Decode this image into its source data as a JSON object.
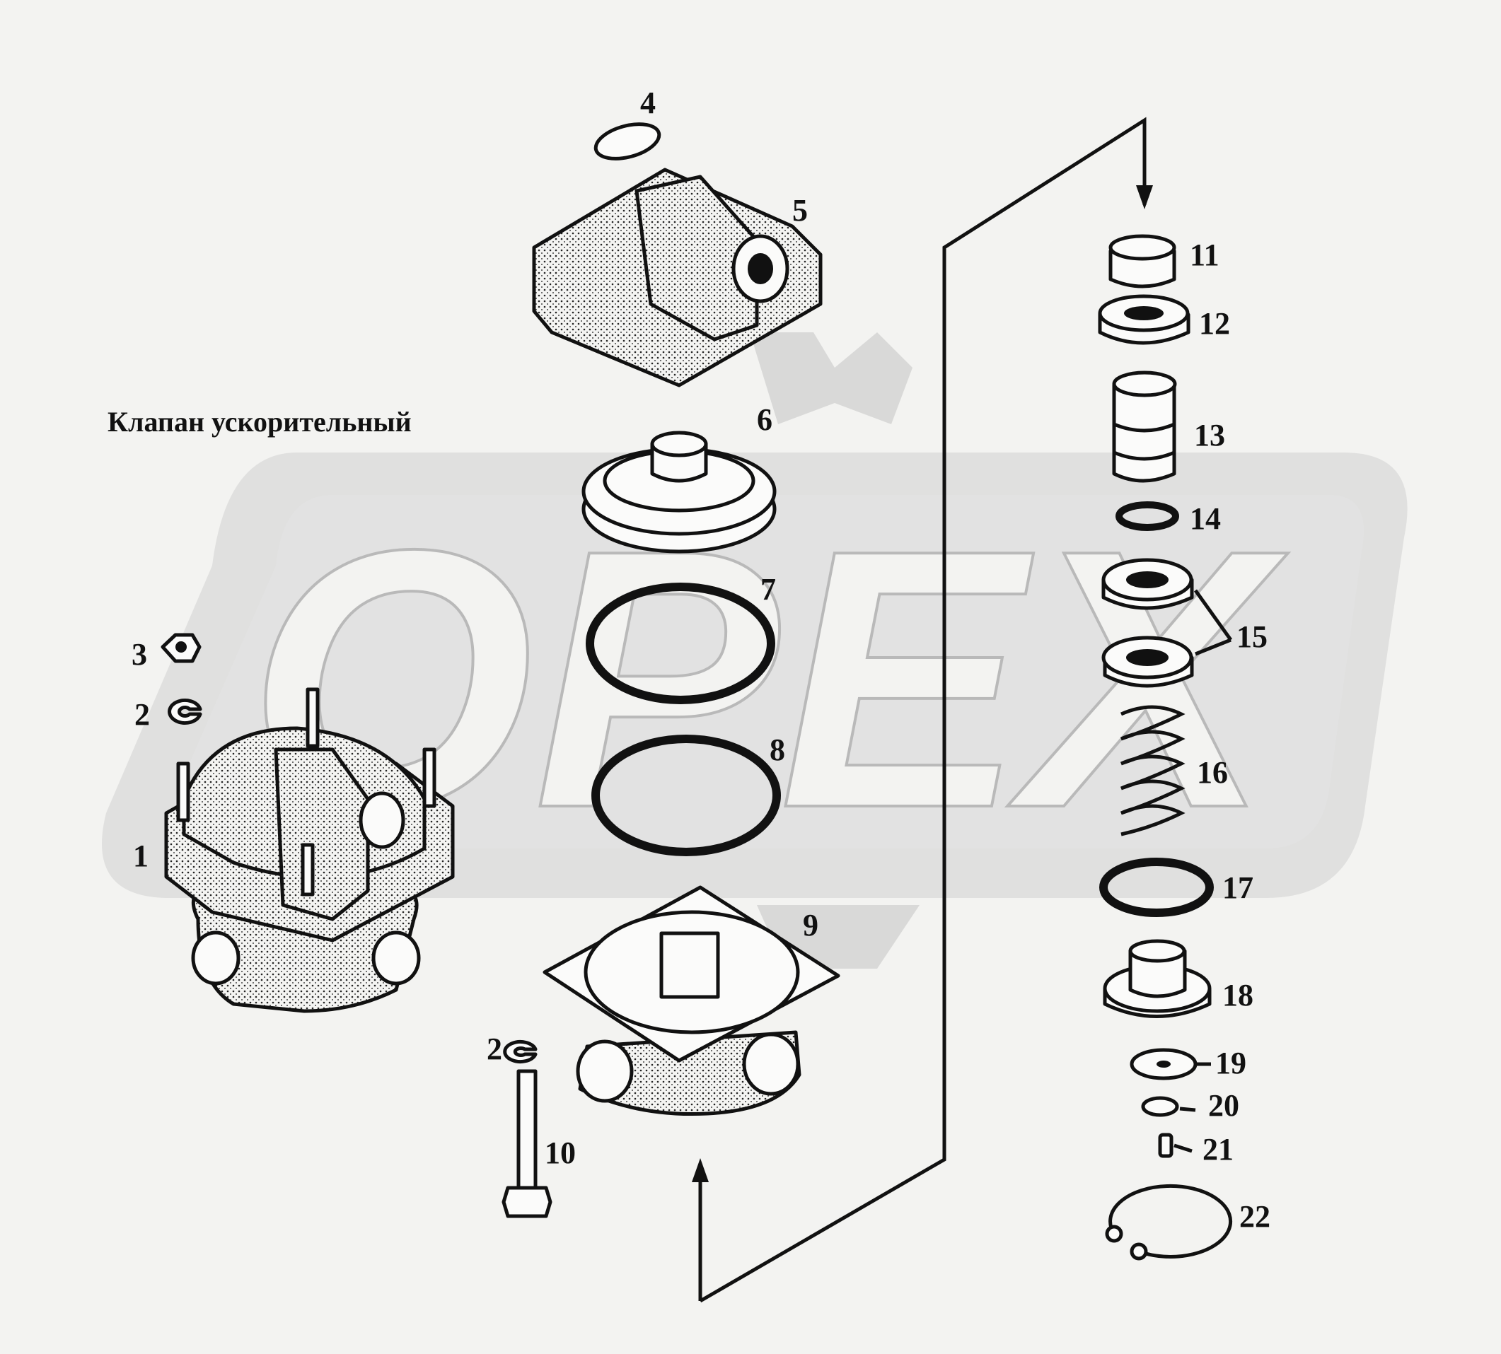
{
  "diagram": {
    "title": "Клапан  ускорительный",
    "watermark": "OPEX",
    "callouts": [
      "1",
      "2",
      "3",
      "4",
      "5",
      "6",
      "7",
      "8",
      "9",
      "10",
      "11",
      "12",
      "13",
      "14",
      "15",
      "16",
      "17",
      "18",
      "19",
      "20",
      "21",
      "22",
      "2"
    ]
  }
}
